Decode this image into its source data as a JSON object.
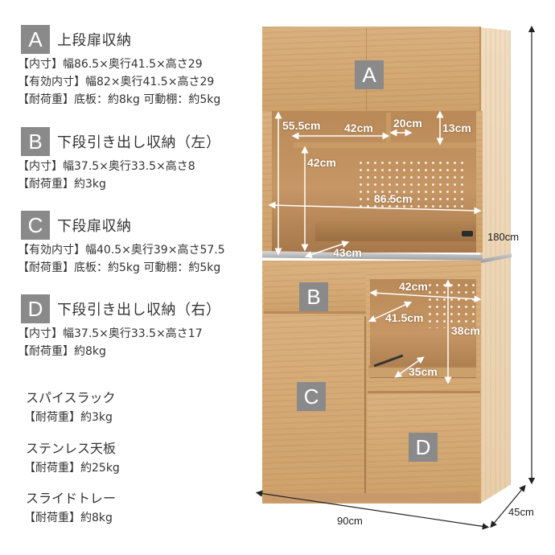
{
  "specs": [
    {
      "badge": "A",
      "title": "上段扉収納",
      "lines": [
        "【内寸】幅86.5×奥行41.5×高さ29",
        "【有効内寸】幅82×奥行41.5×高さ29",
        "【耐荷重】底板：約8kg 可動棚：約5kg"
      ]
    },
    {
      "badge": "B",
      "title": "下段引き出し収納（左）",
      "lines": [
        "【内寸】幅37.5×奥行33.5×高さ8",
        "【耐荷重】約3kg"
      ]
    },
    {
      "badge": "C",
      "title": "下段扉収納",
      "lines": [
        "【有効内寸】幅40.5×奥行39×高さ57.5",
        "【耐荷重】底板：約5kg 可動棚：約5kg"
      ]
    },
    {
      "badge": "D",
      "title": "下段引き出し収納（右）",
      "lines": [
        "【内寸】幅37.5×奥行33.5×高さ17",
        "【耐荷重】約8kg"
      ]
    }
  ],
  "extras": [
    {
      "title": "スパイスラック",
      "line": "【耐荷重】約3kg"
    },
    {
      "title": "ステンレス天板",
      "line": "【耐荷重】約25kg"
    },
    {
      "title": "スライドトレー",
      "line": "【耐荷重】約8kg"
    }
  ],
  "cabinet": {
    "labels": {
      "a": "A",
      "b": "B",
      "c": "C",
      "d": "D"
    },
    "dimensions": {
      "upper_open_height": "55.5cm",
      "shelf_width": "42cm",
      "small_shelf_width": "20cm",
      "small_shelf_height": "13cm",
      "middle_height": "42cm",
      "inner_width": "86.5cm",
      "counter_depth": "43cm",
      "lower_open_width": "42cm",
      "lower_open_depth": "41.5cm",
      "lower_open_height": "38cm",
      "tray_depth": "35cm",
      "total_height": "180cm",
      "total_width": "90cm",
      "total_depth": "45cm"
    }
  },
  "colors": {
    "badge_bg": "#8a8a8a",
    "wood": "#d4a872",
    "text": "#333333"
  }
}
